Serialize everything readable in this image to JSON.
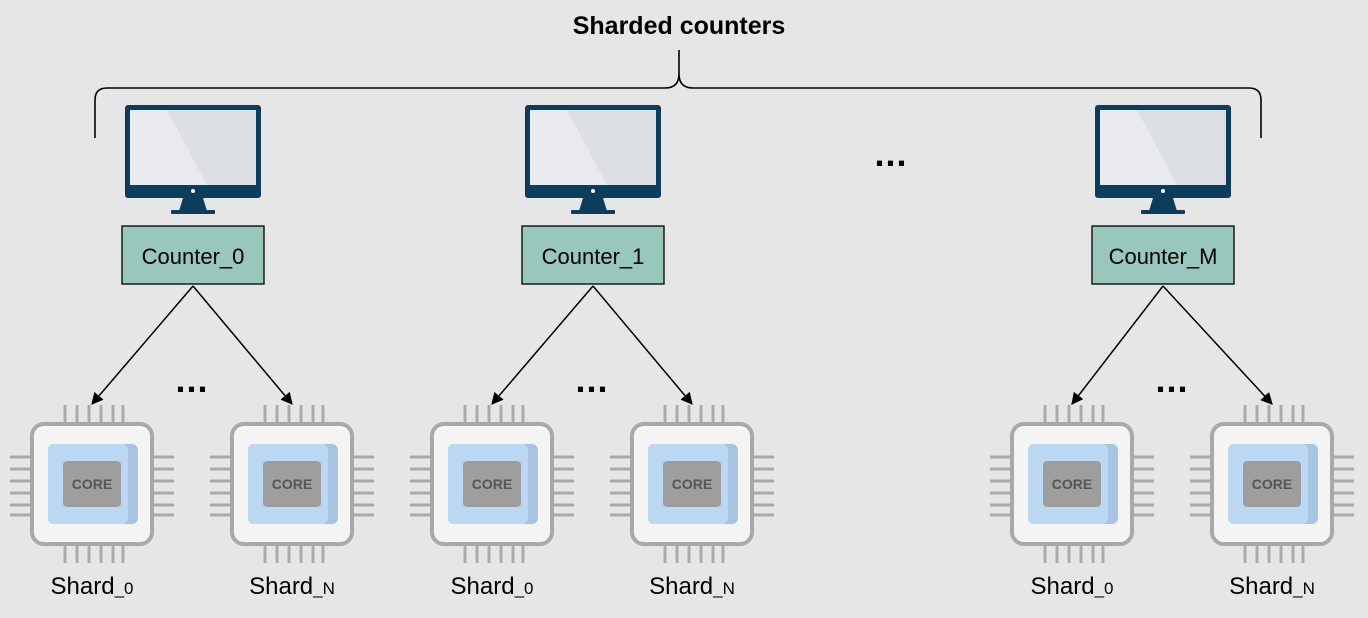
{
  "title": "Sharded counters",
  "ellipsis": "...",
  "core_text": "CORE",
  "colors": {
    "background": "#e6e6e6",
    "counter_fill": "#9ac7bb",
    "monitor_frame": "#0d3d5c",
    "monitor_screen": "#e8eaed",
    "chip_border": "#a9a9a9",
    "chip_inner": "#bcd7f2",
    "core_fill": "#9e9e9e"
  },
  "icons": [
    "monitor-icon",
    "cpu-chip-icon"
  ],
  "counters": [
    {
      "label": "Counter_0",
      "shards": [
        {
          "name": "Shard",
          "sub": "_0"
        },
        {
          "name": "Shard",
          "sub": "_N"
        }
      ]
    },
    {
      "label": "Counter_1",
      "shards": [
        {
          "name": "Shard",
          "sub": "_0"
        },
        {
          "name": "Shard",
          "sub": "_N"
        }
      ]
    },
    {
      "label": "Counter_M",
      "shards": [
        {
          "name": "Shard",
          "sub": "_0"
        },
        {
          "name": "Shard",
          "sub": "_N"
        }
      ]
    }
  ]
}
